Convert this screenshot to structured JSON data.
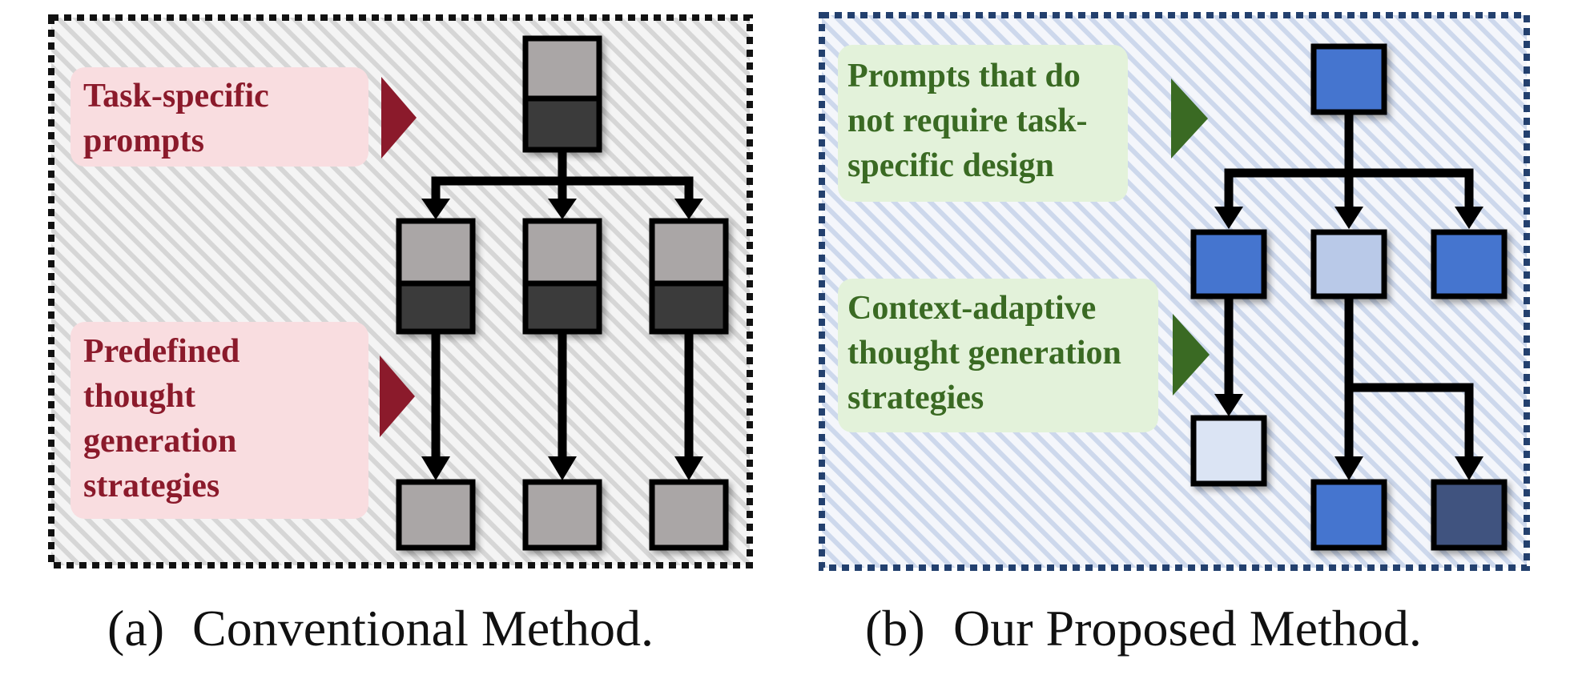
{
  "panels": [
    {
      "id": "conventional",
      "caption_label": "(a)",
      "caption_title": "Conventional Method.",
      "frame_color": "#111111",
      "callout_fill": "#f9dde0",
      "callout_text_color": "#8b1a2b",
      "arrow_color": "#8b1a2b",
      "callouts": [
        {
          "lines": [
            "Task-specific",
            "prompts"
          ]
        },
        {
          "lines": [
            "Predefined",
            "thought",
            "generation",
            "strategies"
          ]
        }
      ],
      "node_colors": {
        "top": "#aaa6a6",
        "bottom": "#3a3a3a",
        "single": "#aaa6a6"
      }
    },
    {
      "id": "proposed",
      "caption_label": "(b)",
      "caption_title": "Our Proposed Method.",
      "frame_color": "#23406e",
      "callout_fill": "#e3f2da",
      "callout_text_color": "#3a6a23",
      "arrow_color": "#3a6a23",
      "callouts": [
        {
          "lines": [
            "Prompts that do",
            "not require task-",
            "specific design"
          ]
        },
        {
          "lines": [
            "Context-adaptive",
            "thought generation",
            "strategies"
          ]
        }
      ],
      "node_colors": {
        "blue": "#4574cf",
        "light": "#b9c9e8",
        "pale": "#dbe4f4",
        "dark": "#3f527f"
      }
    }
  ]
}
